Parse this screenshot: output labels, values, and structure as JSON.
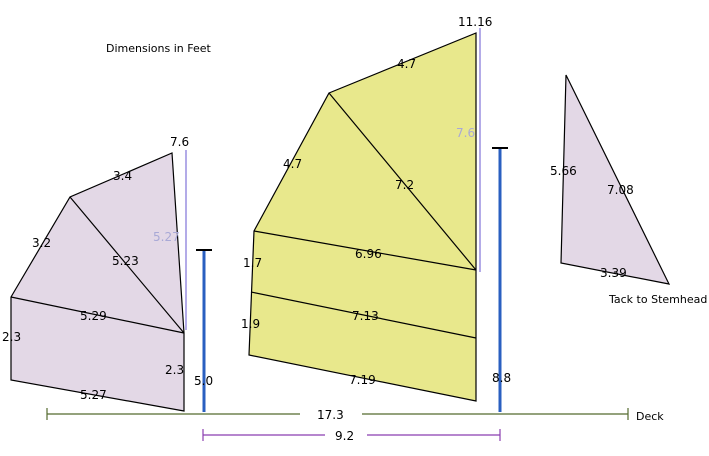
{
  "title": "Dimensions in Feet",
  "colors": {
    "small_sail_fill": "#e3d8e6",
    "main_sail_fill": "#e8e88c",
    "jib_fill": "#e3d8e6",
    "outline": "#000000",
    "mast": "#2a5fc0",
    "mast_line": "#9a8fe0",
    "deck_line": "#556b2f",
    "gap_line": "#8b3fb0",
    "faint_label": "#a9a9d6"
  },
  "deck_label": "Deck",
  "tack_label": "Tack to Stemhead",
  "left_sail": {
    "mast_top": "7.6",
    "luff_upper": "5.27",
    "batten_top": "3.4",
    "leech_upper": "3.2",
    "diagonal": "5.23",
    "batten_mid": "5.29",
    "leech_lower": "2.3",
    "luff_lower": "2.3",
    "foot": "5.27",
    "mast_height": "5.0"
  },
  "main_sail": {
    "mast_top": "11.16",
    "head": "4.7",
    "luff": "7.6",
    "leech_upper": "4.7",
    "diagonal": "7.2",
    "leech_mid": "1.7",
    "batten_upper": "6.96",
    "leech_lower": "1.9",
    "batten_lower": "7.13",
    "foot": "7.19",
    "mast_height": "8.8"
  },
  "jib": {
    "luff": "5.66",
    "leech": "7.08",
    "foot": "3.39"
  },
  "deck_length": "17.3",
  "mast_spacing": "9.2"
}
